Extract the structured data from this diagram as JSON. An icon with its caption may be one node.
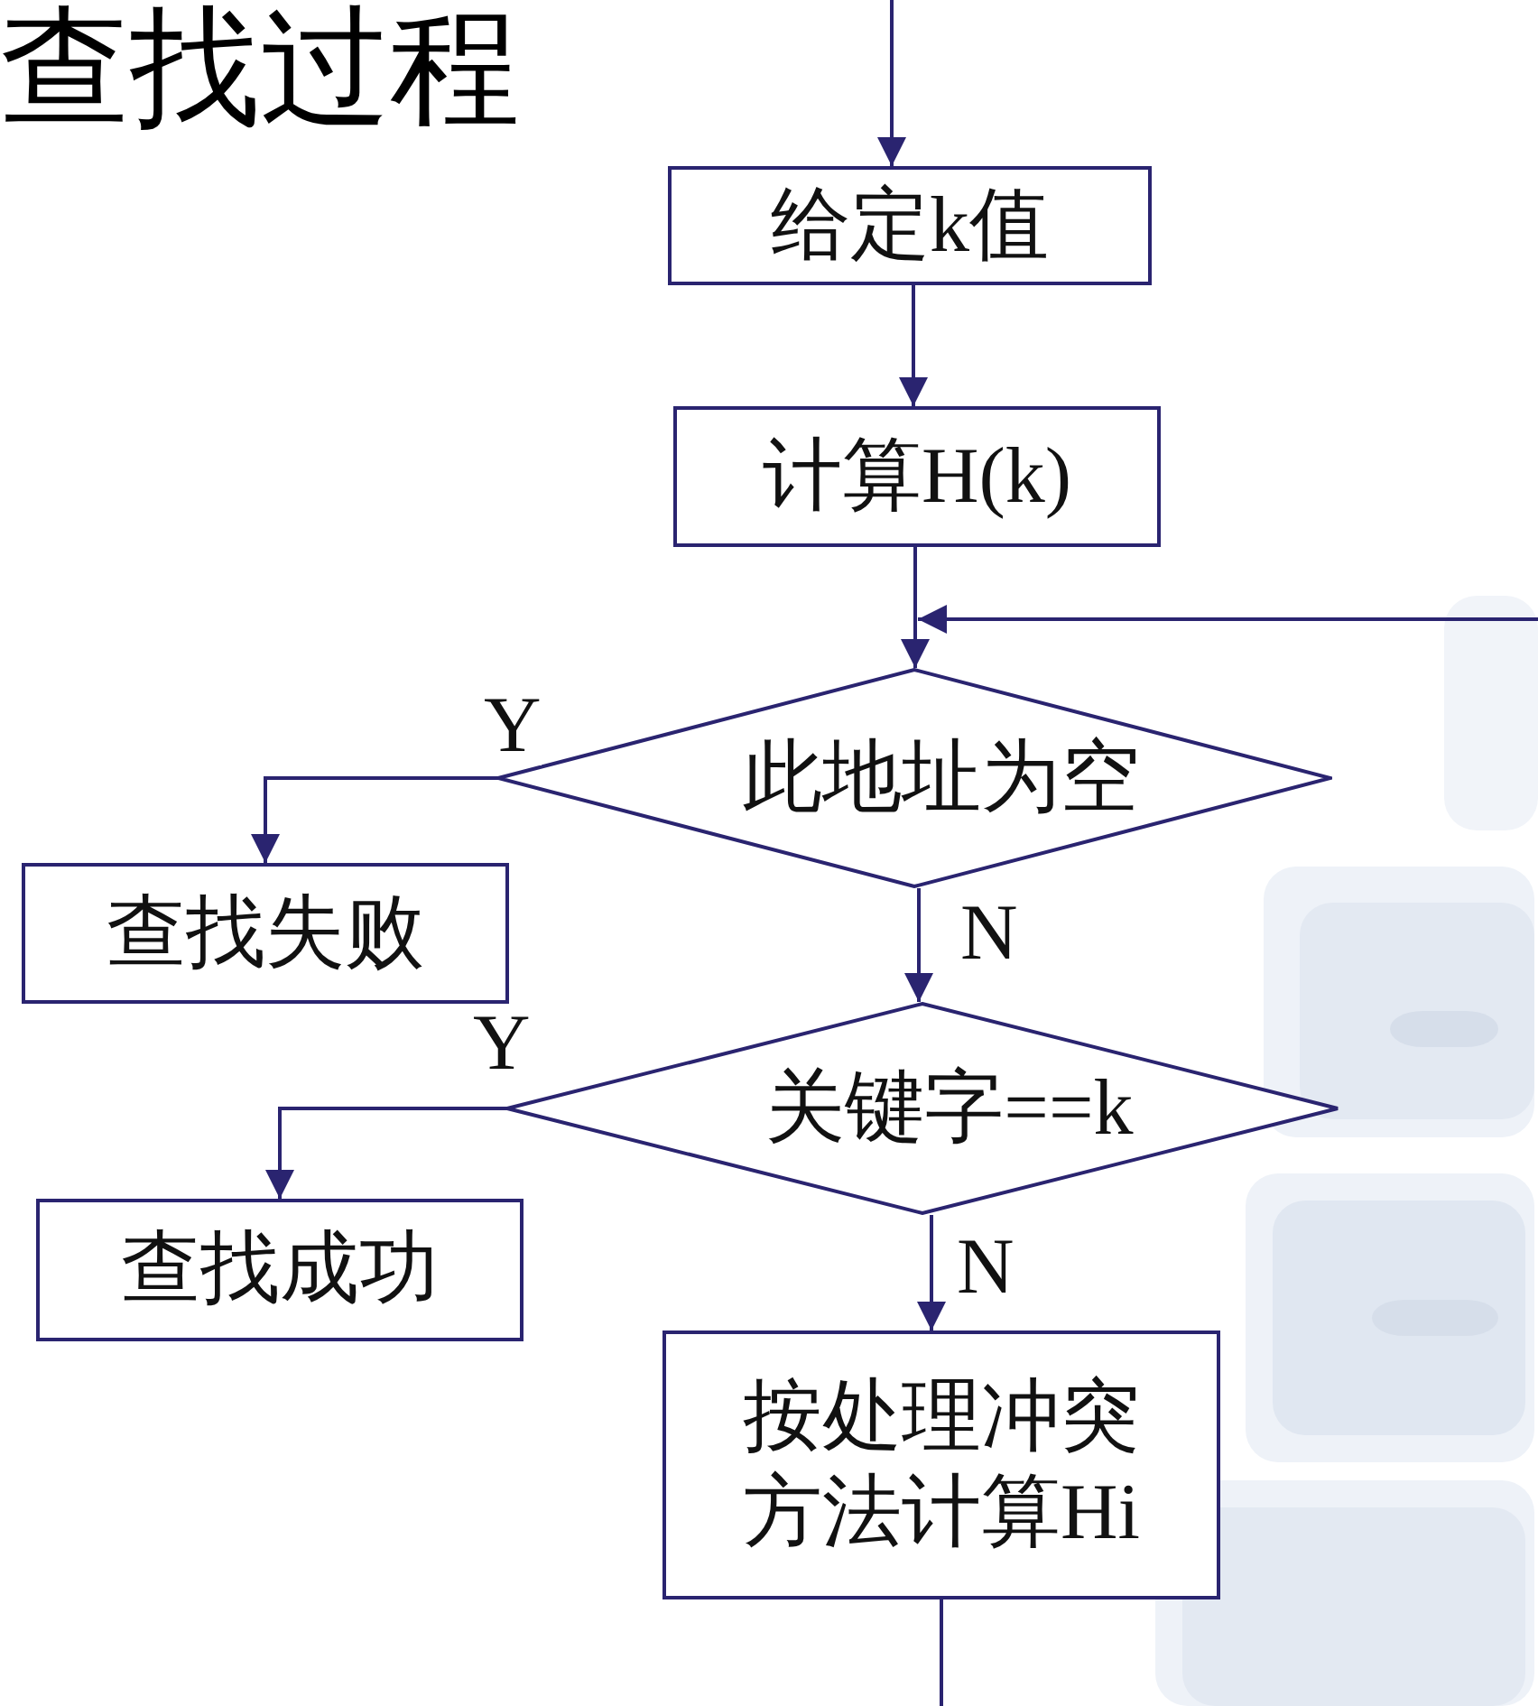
{
  "diagram": {
    "title": "查找过程",
    "nodes": [
      {
        "text": [
          "给定k值"
        ]
      },
      {
        "text": [
          "计算H(k)"
        ]
      },
      {
        "text": [
          "此地址为空"
        ]
      },
      {
        "text": [
          "查找失败"
        ]
      },
      {
        "text": [
          "关键字==k"
        ]
      },
      {
        "text": [
          "查找成功"
        ]
      },
      {
        "text": [
          "按处理冲突方法计算Hi"
        ]
      }
    ],
    "edges": [
      {
        "from": null,
        "to": 0,
        "arrow": "to"
      },
      {
        "from": 0,
        "to": 1,
        "arrow": "to"
      },
      {
        "from": 1,
        "to": 2,
        "arrow": "to"
      },
      {
        "from": 2,
        "to": 3,
        "arrow": "to",
        "label": "Y"
      },
      {
        "from": 2,
        "to": 4,
        "arrow": "to",
        "label": "N"
      },
      {
        "from": 4,
        "to": 5,
        "arrow": "to",
        "label": "Y"
      },
      {
        "from": 4,
        "to": 6,
        "arrow": "to",
        "label": "N"
      },
      {
        "from": 6,
        "to": null,
        "arrow": "none"
      },
      {
        "from": null,
        "to": 2,
        "arrow": "to"
      }
    ]
  }
}
